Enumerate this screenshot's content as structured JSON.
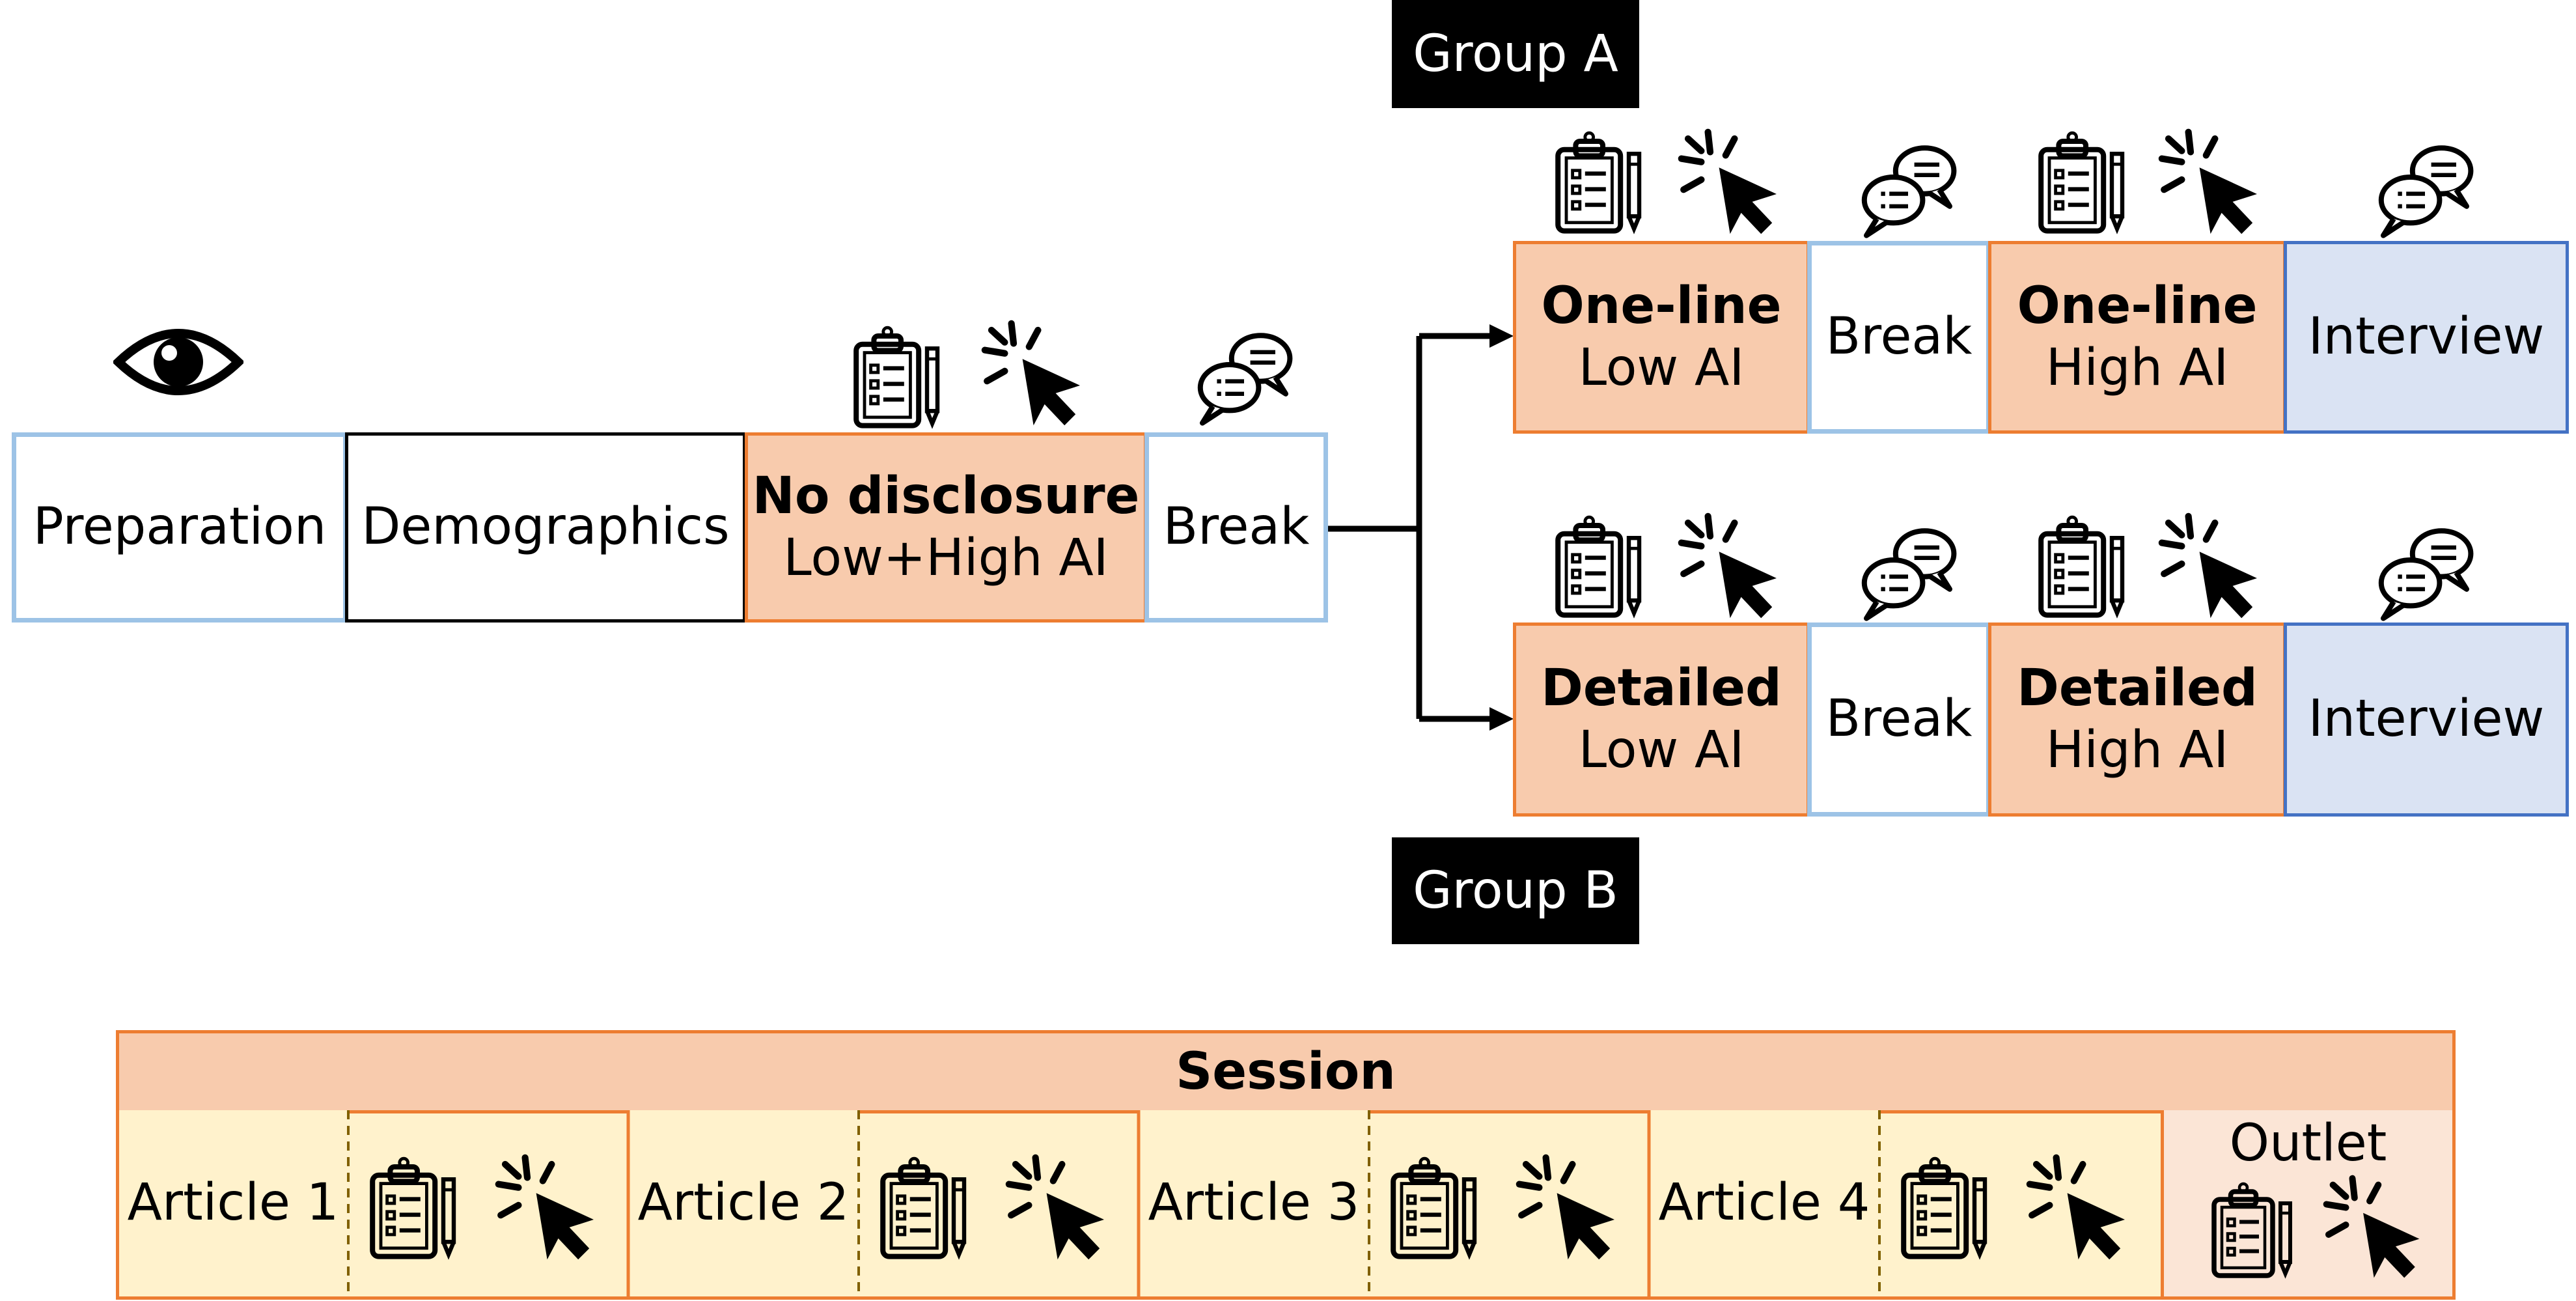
{
  "flow": {
    "preparation": "Preparation",
    "demographics": "Demographics",
    "no_disclosure": {
      "title": "No disclosure",
      "subtitle": "Low+High AI"
    },
    "break": "Break"
  },
  "group_a": {
    "label": "Group A",
    "steps": [
      {
        "title": "One-line",
        "subtitle": "Low AI"
      },
      {
        "title": "Break"
      },
      {
        "title": "One-line",
        "subtitle": "High AI"
      },
      {
        "title": "Interview"
      }
    ]
  },
  "group_b": {
    "label": "Group B",
    "steps": [
      {
        "title": "Detailed",
        "subtitle": "Low AI"
      },
      {
        "title": "Break"
      },
      {
        "title": "Detailed",
        "subtitle": "High AI"
      },
      {
        "title": "Interview"
      }
    ]
  },
  "session": {
    "header": "Session",
    "articles": [
      "Article 1",
      "Article 2",
      "Article 3",
      "Article 4"
    ],
    "outlet": "Outlet"
  },
  "icons": [
    "eye-icon",
    "clipboard-icon",
    "click-cursor-icon",
    "chat-bubbles-icon"
  ],
  "colors": {
    "condition_fill": "#f8cbad",
    "condition_border": "#ed7d31",
    "interview_fill": "#dae3f3",
    "interview_border": "#4472c4",
    "break_border": "#9dc3e6",
    "article_fill": "#fff2cc",
    "outlet_fill": "#fbe5d6",
    "group_label_bg": "#000000"
  }
}
